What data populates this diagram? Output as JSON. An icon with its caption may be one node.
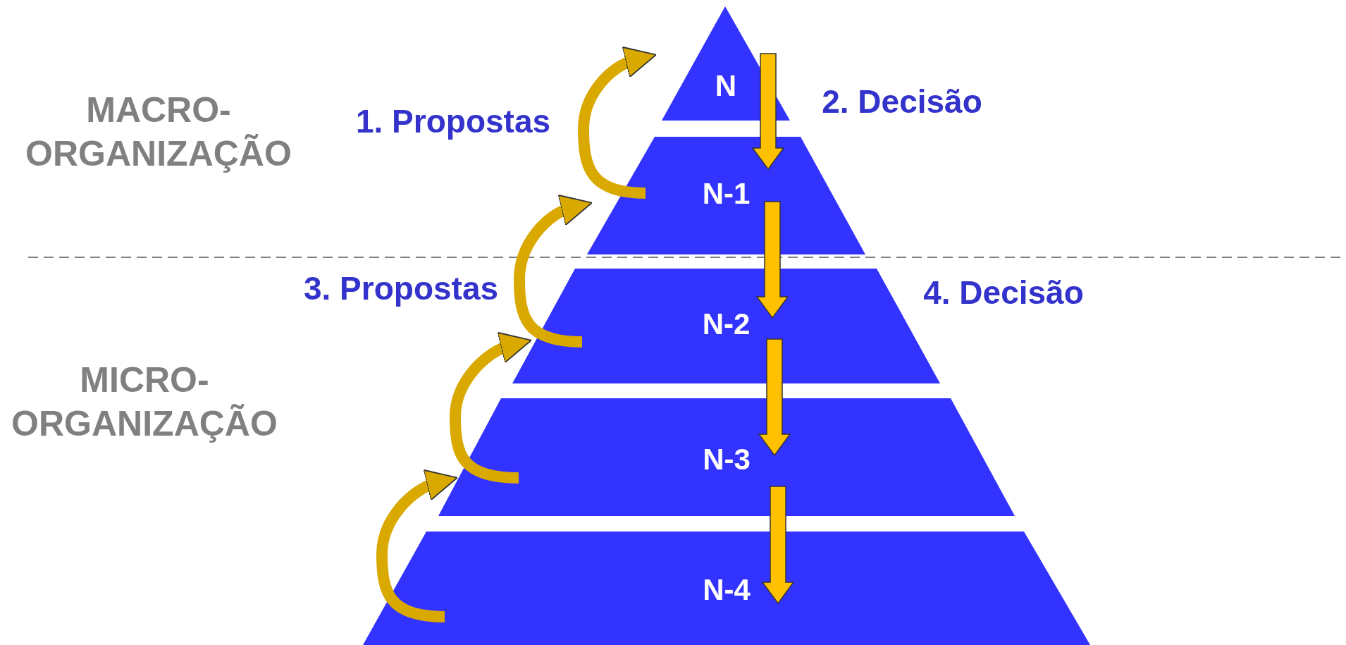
{
  "diagram": {
    "nodes": [
      {
        "text": [
          "N"
        ]
      },
      {
        "text": [
          "N-1"
        ]
      },
      {
        "text": [
          "N-2"
        ]
      },
      {
        "text": [
          "N-3"
        ]
      },
      {
        "text": [
          "N-4"
        ]
      }
    ],
    "edges": [
      {
        "from": 0,
        "to": 1,
        "arrow": "to",
        "color": "#ffc000"
      },
      {
        "from": 1,
        "to": 2,
        "arrow": "to",
        "color": "#ffc000"
      },
      {
        "from": 2,
        "to": 3,
        "arrow": "to",
        "color": "#ffc000"
      },
      {
        "from": 3,
        "to": 4,
        "arrow": "to",
        "color": "#ffc000"
      },
      {
        "from": 1,
        "to": 0,
        "arrow": "to",
        "color": "#d9a900"
      },
      {
        "from": 2,
        "to": 1,
        "arrow": "to",
        "color": "#d9a900"
      },
      {
        "from": 3,
        "to": 2,
        "arrow": "to",
        "color": "#d9a900"
      },
      {
        "from": 4,
        "to": 3,
        "arrow": "to",
        "color": "#d9a900"
      }
    ],
    "labels": [
      "MACRO- ORGANIZAÇÃO",
      "1. Propostas",
      "2. Decisão",
      "3. Propostas",
      "4. Decisão",
      "MICRO- ORGANIZAÇÃO"
    ]
  }
}
